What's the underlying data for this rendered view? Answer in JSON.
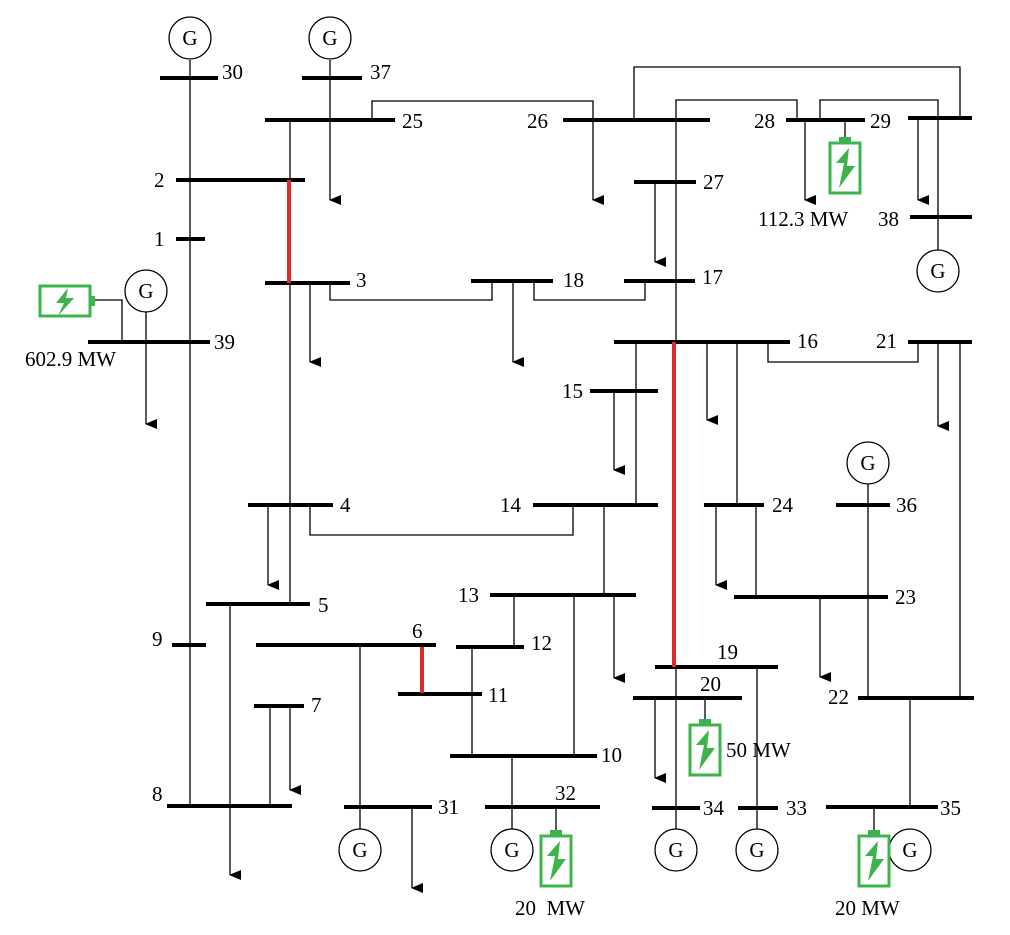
{
  "buses": {
    "b1": "1",
    "b2": "2",
    "b3": "3",
    "b4": "4",
    "b5": "5",
    "b6": "6",
    "b7": "7",
    "b8": "8",
    "b9": "9",
    "b10": "10",
    "b11": "11",
    "b12": "12",
    "b13": "13",
    "b14": "14",
    "b15": "15",
    "b16": "16",
    "b17": "17",
    "b18": "18",
    "b19": "19",
    "b20": "20",
    "b21": "21",
    "b22": "22",
    "b23": "23",
    "b24": "24",
    "b25": "25",
    "b26": "26",
    "b27": "27",
    "b28": "28",
    "b29": "29",
    "b30": "30",
    "b31": "31",
    "b32": "32",
    "b33": "33",
    "b34": "34",
    "b35": "35",
    "b36": "36",
    "b37": "37",
    "b38": "38",
    "b39": "39"
  },
  "generator_label": "G",
  "storage": {
    "s39": "602.9 MW",
    "s28": "112.3 MW",
    "s20": "50 MW",
    "s32": "20  MW",
    "s35": "20 MW"
  },
  "colors": {
    "line": "#000000",
    "highlighted_line": "#e02b2b",
    "storage": "#3cb44b"
  },
  "icons": {
    "generator": "generator-icon",
    "storage": "battery-storage-icon",
    "load": "load-arrow-icon"
  }
}
